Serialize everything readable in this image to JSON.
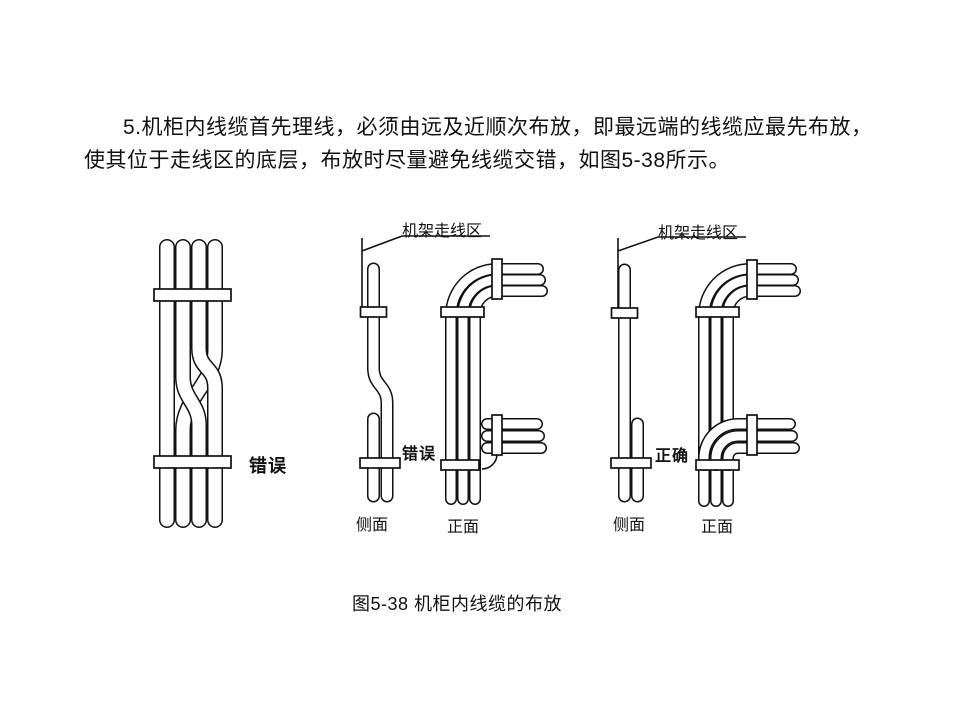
{
  "document": {
    "paragraph_line1": "5.机柜内线缆首先理线，必须由远及近顺次布放，即最远端的线缆应最先布放，",
    "paragraph_line2": "使其位于走线区的底层，布放时尽量避免线缆交错，如图5-38所示。",
    "figure_caption": "图5-38 机柜内线缆的布放"
  },
  "figure": {
    "colors": {
      "line": "#111111",
      "background": "#ffffff"
    },
    "diagram_bundle": {
      "verdict_label": "错误"
    },
    "diagram_wrong": {
      "area_label": "机架走线区",
      "verdict_label": "错误",
      "side_view_label": "侧面",
      "front_view_label": "正面"
    },
    "diagram_correct": {
      "area_label": "机架走线区",
      "verdict_label": "正确",
      "side_view_label": "侧面",
      "front_view_label": "正面"
    }
  }
}
